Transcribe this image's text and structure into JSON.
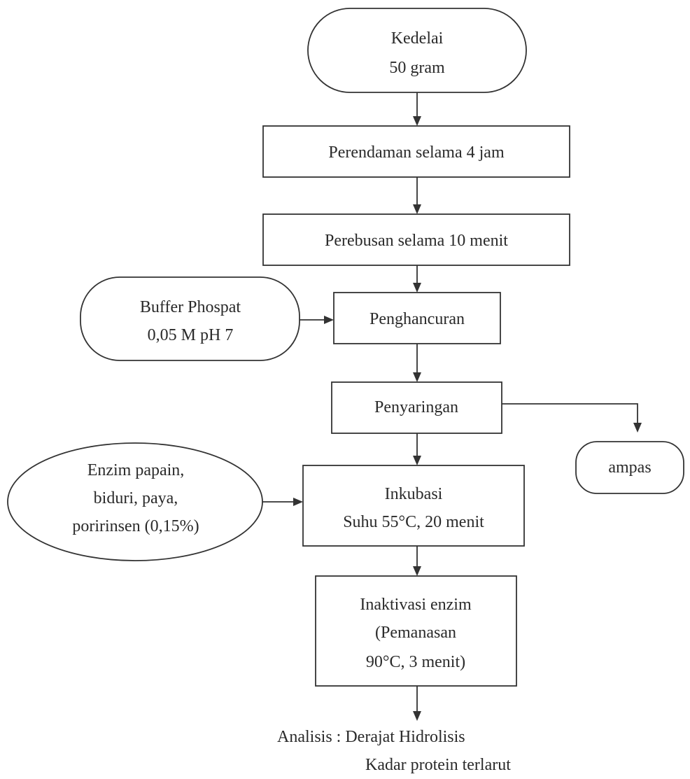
{
  "diagram": {
    "type": "flowchart",
    "nodes": {
      "kedelai": {
        "lines": [
          "Kedelai",
          "50 gram"
        ],
        "shape": "rounded"
      },
      "perendaman": {
        "lines": [
          "Perendaman selama 4 jam"
        ],
        "shape": "rect"
      },
      "perebusan": {
        "lines": [
          "Perebusan selama 10 menit"
        ],
        "shape": "rect"
      },
      "buffer": {
        "lines": [
          "Buffer Phospat",
          "0,05 M pH 7"
        ],
        "shape": "rounded"
      },
      "penghancuran": {
        "lines": [
          "Penghancuran"
        ],
        "shape": "rect"
      },
      "penyaringan": {
        "lines": [
          "Penyaringan"
        ],
        "shape": "rect"
      },
      "ampas": {
        "lines": [
          "ampas"
        ],
        "shape": "rounded"
      },
      "enzim": {
        "lines": [
          "Enzim papain,",
          "biduri, paya,",
          "poririnsen (0,15%)"
        ],
        "shape": "ellipse"
      },
      "inkubasi": {
        "lines": [
          "Inkubasi",
          "Suhu 55°C, 20 menit"
        ],
        "shape": "rect"
      },
      "inaktivasi": {
        "lines": [
          "Inaktivasi enzim",
          "(Pemanasan",
          "90°C, 3 menit)"
        ],
        "shape": "rect"
      },
      "analisis": {
        "lines": [
          "Analisis : Derajat Hidrolisis",
          "Kadar protein terlarut"
        ],
        "shape": "text"
      }
    },
    "edges": [
      {
        "from": "kedelai",
        "to": "perendaman"
      },
      {
        "from": "perendaman",
        "to": "perebusan"
      },
      {
        "from": "perebusan",
        "to": "penghancuran"
      },
      {
        "from": "buffer",
        "to": "penghancuran"
      },
      {
        "from": "penghancuran",
        "to": "penyaringan"
      },
      {
        "from": "penyaringan",
        "to": "inkubasi"
      },
      {
        "from": "penyaringan",
        "to": "ampas"
      },
      {
        "from": "enzim",
        "to": "inkubasi"
      },
      {
        "from": "inkubasi",
        "to": "inaktivasi"
      },
      {
        "from": "inaktivasi",
        "to": "analisis"
      }
    ]
  }
}
